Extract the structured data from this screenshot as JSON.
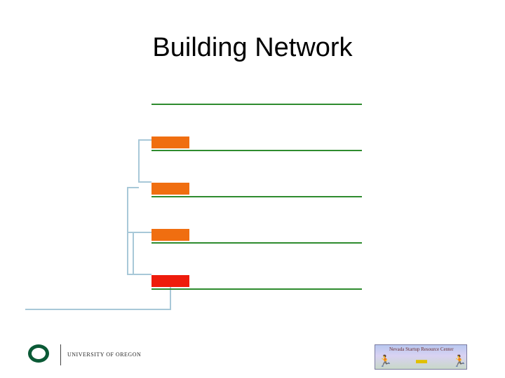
{
  "slide": {
    "title": "Building Network"
  },
  "diagram": {
    "line_color": "#2e8b2e",
    "connector_color": "#a8c8d8",
    "rows": [
      {
        "box": false,
        "box_color": null
      },
      {
        "box": true,
        "box_color": "#f06e10"
      },
      {
        "box": true,
        "box_color": "#f06e10"
      },
      {
        "box": true,
        "box_color": "#f06e10"
      },
      {
        "box": true,
        "box_color": "#ee1c0c"
      },
      {
        "box": false,
        "box_color": null
      }
    ]
  },
  "footer": {
    "left_logo": {
      "text": "UNIVERSITY OF OREGON",
      "color": "#0b5a36"
    },
    "right_logo": {
      "text": "Nevada Startup Resource Center"
    }
  }
}
